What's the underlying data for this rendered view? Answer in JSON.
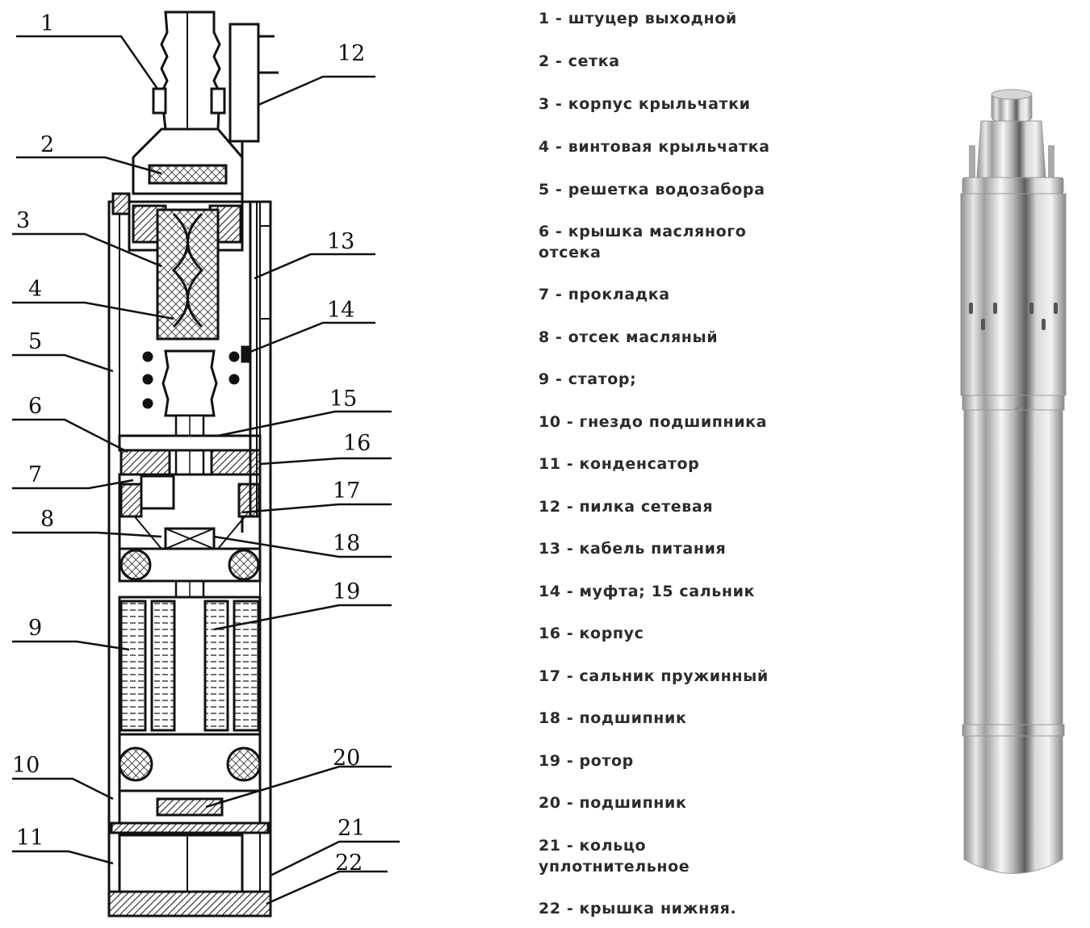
{
  "callout_numbers": [
    "1",
    "2",
    "3",
    "4",
    "5",
    "6",
    "7",
    "8",
    "9",
    "10",
    "11",
    "12",
    "13",
    "14",
    "15",
    "16",
    "17",
    "18",
    "19",
    "20",
    "21",
    "22"
  ],
  "legend": [
    "1 - штуцер выходной",
    "2 - сетка",
    "3 - корпус крыльчатки",
    "4 - винтовая крыльчатка",
    "5 - решетка водозабора",
    "6 - крышка масляного\nотсека",
    "7 - прокладка",
    "8 - отсек масляный",
    "9 - статор;",
    "10 - гнездо подшипника",
    "11 - конденсатор",
    "12 - пилка сетевая",
    "13 - кабель питания",
    "14 - муфта;  15  сальник",
    "16 - корпус",
    "17 - сальник пружинный",
    "18 - подшипник",
    "19 - ротор",
    "20 - подшипник",
    "21 - кольцо\nуплотнительное",
    "22 - крышка нижняя."
  ]
}
